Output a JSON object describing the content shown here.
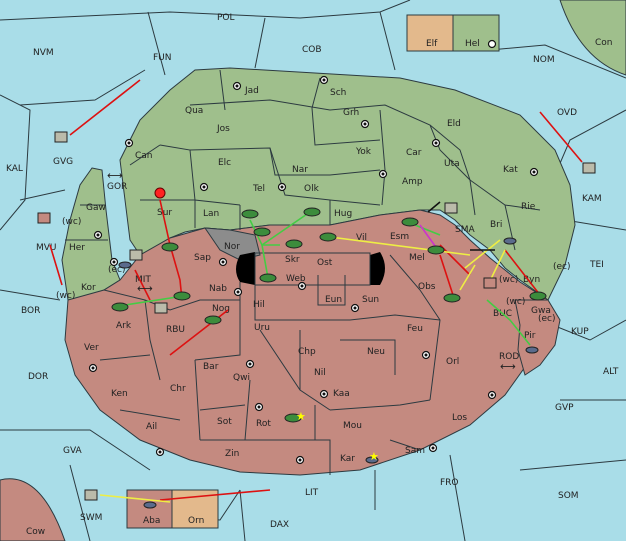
{
  "map": {
    "legend": {
      "elf": "Elf",
      "hel": "Hel"
    },
    "sea": {
      "pol": "POL",
      "nvm": "NVM",
      "fun": "FUN",
      "cob": "COB",
      "nom": "NOM",
      "kal": "KAL",
      "ovd": "OVD",
      "tei": "TEI",
      "bor": "BOR",
      "kup": "KUP",
      "dor": "DOR",
      "alt": "ALT",
      "gvp": "GVP",
      "gva": "GVA",
      "fro": "FRO",
      "som": "SOM",
      "lit": "LIT",
      "dax": "DAX",
      "swm": "SWM",
      "gor": "GOR",
      "mit": "MIT",
      "rbu": "RBU",
      "sma": "SMA",
      "buc": "BUC",
      "rod": "ROD",
      "con": "Con"
    },
    "green": {
      "jad": "Jad",
      "sch": "Sch",
      "qua": "Qua",
      "jos": "Jos",
      "grh": "Grh",
      "eld": "Eld",
      "can": "Can",
      "yok": "Yok",
      "car": "Car",
      "elc": "Elc",
      "nar": "Nar",
      "uta": "Uta",
      "kat": "Kat",
      "tel": "Tel",
      "olk": "Olk",
      "amp": "Amp",
      "rie": "Rie",
      "lan": "Lan",
      "hug": "Hug",
      "bri": "Bri",
      "gaw": "Gaw",
      "sur": "Sur",
      "her": "Her",
      "sap": "Sap",
      "kor": "Kor",
      "esm": "Esm",
      "byn": "Byn",
      "gvg": "GVG",
      "kam": "KAM"
    },
    "red": {
      "nor": "Nor",
      "skr": "Skr",
      "ost": "Ost",
      "vil": "Vil",
      "mel": "Mel",
      "web": "Web",
      "nab": "Nab",
      "hil": "Hil",
      "eun": "Eun",
      "sun": "Sun",
      "obs": "Obs",
      "gwa": "Gwa",
      "nog": "Nog",
      "uru": "Uru",
      "feu": "Feu",
      "pir": "Pir",
      "ark": "Ark",
      "ver": "Ver",
      "chp": "Chp",
      "neu": "Neu",
      "bar": "Bar",
      "qwi": "Qwi",
      "orl": "Orl",
      "ken": "Ken",
      "nil": "Nil",
      "chr": "Chr",
      "kaa": "Kaa",
      "sot": "Sot",
      "rot": "Rot",
      "los": "Los",
      "ail": "Ail",
      "mou": "Mou",
      "zin": "Zin",
      "sam": "Sam",
      "kar": "Kar",
      "mvu": "MVU",
      "aba": "Aba",
      "orn": "Orn",
      "cow": "Cow"
    },
    "coast": {
      "wc1": "(wc)",
      "ec1": "(ec)",
      "wc2": "(wc)",
      "ec2": "(ec)",
      "wc3": "(wc)",
      "ec3": "(ec)",
      "wc4": "(wc)"
    },
    "colors": {
      "sea": "#a9dde8",
      "green_power": "#9fbf8c",
      "red_power": "#c48a80",
      "tan_power": "#e3b98c",
      "neutral": "#8c8c8c",
      "order_move": "#d11",
      "order_support": "#ee4",
      "order_convoy": "#4c4"
    },
    "icons": [
      "army-icon",
      "fleet-icon",
      "supply-center-icon",
      "dislodged-icon",
      "bidirectional-arrow-icon"
    ]
  }
}
